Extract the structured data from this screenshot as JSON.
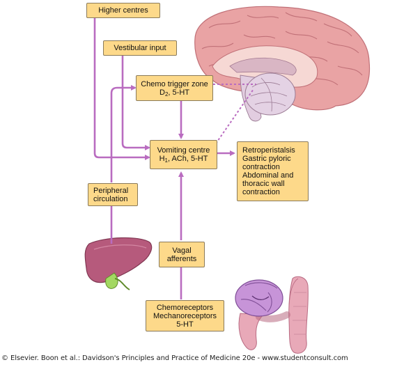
{
  "nodes": {
    "higher_centres": {
      "label": "Higher centres"
    },
    "vestibular_input": {
      "label": "Vestibular input"
    },
    "chemo_trigger_zone": {
      "line1": "Chemo trigger zone",
      "line2_prefix": "D",
      "line2_sub": "2",
      "line2_suffix": ", 5-HT"
    },
    "vomiting_centre": {
      "line1": "Vomiting centre",
      "line2_prefix": "H",
      "line2_sub": "1",
      "line2_suffix": ", ACh, 5-HT"
    },
    "responses": {
      "lines": [
        "Retroperistalsis",
        "Gastric pyloric",
        "contraction",
        "Abdominal and",
        "thoracic wall",
        "contraction"
      ]
    },
    "peripheral_circulation": {
      "line1": "Peripheral",
      "line2": "circulation"
    },
    "vagal_afferents": {
      "line1": "Vagal",
      "line2": "afferents"
    },
    "receptors": {
      "line1": "Chemoreceptors",
      "line2": "Mechanoreceptors",
      "line3": "5-HT"
    }
  },
  "illustrations": [
    "brain-illustration",
    "liver-illustration",
    "intestine-illustration"
  ],
  "colors": {
    "box_fill": "#fdd98a",
    "arrow": "#b96cc0",
    "brain": "#e8a0a2",
    "liver": "#b05577",
    "intestine_pink": "#e6a7b6",
    "stomach": "#c590d6",
    "gallbladder": "#9ed35e"
  },
  "footer": "© Elsevier. Boon et al.: Davidson's Principles and Practice of Medicine 20e - www.studentconsult.com"
}
